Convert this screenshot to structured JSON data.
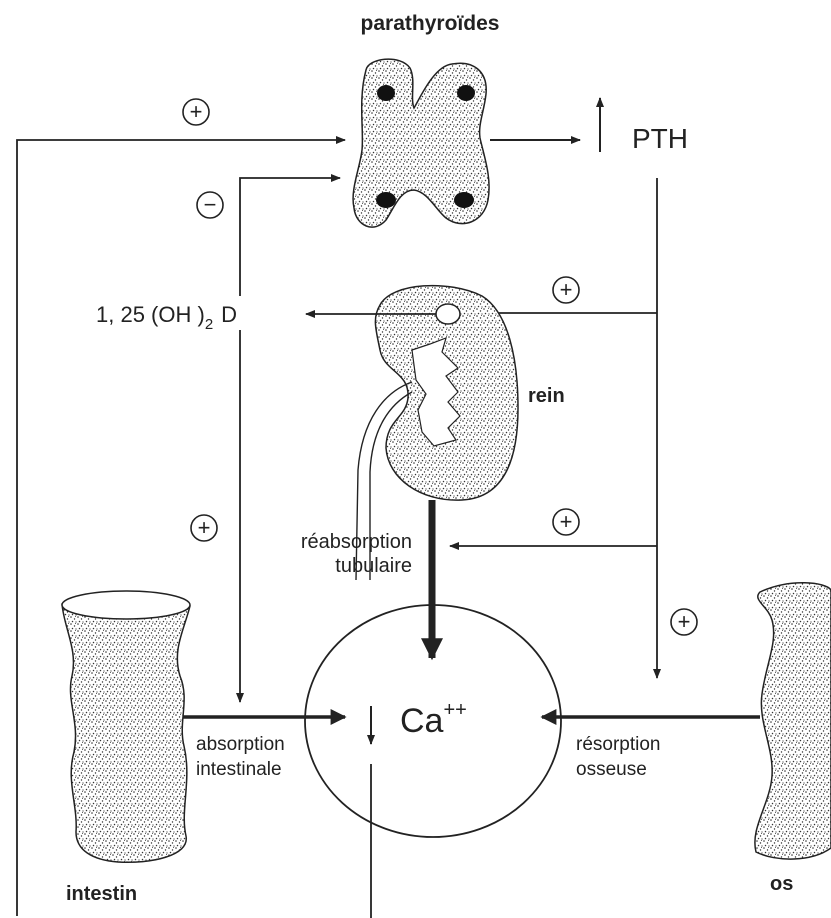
{
  "labels": {
    "parathyroides": "parathyroïdes",
    "pth": "PTH",
    "vitamin_d": "1, 25 (OH )",
    "vitamin_d_sub": "2",
    "vitamin_d_end": "D",
    "rein": "rein",
    "reabsorption_line1": "réabsorption",
    "reabsorption_line2": "tubulaire",
    "calcium": "Ca",
    "calcium_charge": "++",
    "absorption_line1": "absorption",
    "absorption_line2": "intestinale",
    "resorption_line1": "résorption",
    "resorption_line2": "osseuse",
    "intestin": "intestin",
    "os": "os"
  },
  "signs": {
    "calcium_to_parathyroid": "+",
    "vitd_to_parathyroid": "−",
    "pth_to_kidney_hydroxylation": "+",
    "vitd_to_intestine": "+",
    "pth_to_tubular_reabsorption": "+",
    "pth_to_bone_resorption": "+"
  },
  "colors": {
    "ink": "#222222",
    "background": "#ffffff"
  }
}
